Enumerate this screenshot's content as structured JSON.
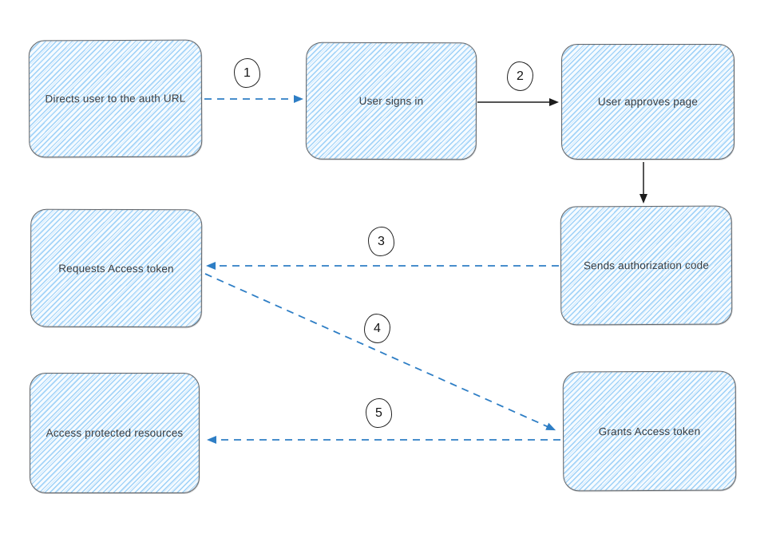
{
  "diagram": {
    "type": "flowchart",
    "nodes": [
      {
        "id": "directs-user-auth-url",
        "label": "Directs user to the auth URL"
      },
      {
        "id": "user-signs-in",
        "label": "User signs in"
      },
      {
        "id": "user-approves-page",
        "label": "User approves page"
      },
      {
        "id": "requests-access-token",
        "label": "Requests Access token"
      },
      {
        "id": "sends-authorization-code",
        "label": "Sends authorization code"
      },
      {
        "id": "access-protected-resources",
        "label": "Access protected resources"
      },
      {
        "id": "grants-access-token",
        "label": "Grants Access token"
      }
    ],
    "steps": [
      "1",
      "2",
      "3",
      "4",
      "5"
    ],
    "edges": [
      {
        "from": "directs-user-auth-url",
        "to": "user-signs-in",
        "style": "dashed",
        "step": "1"
      },
      {
        "from": "user-signs-in",
        "to": "user-approves-page",
        "style": "solid",
        "step": "2"
      },
      {
        "from": "user-approves-page",
        "to": "sends-authorization-code",
        "style": "solid",
        "step": ""
      },
      {
        "from": "sends-authorization-code",
        "to": "requests-access-token",
        "style": "dashed",
        "step": "3"
      },
      {
        "from": "requests-access-token",
        "to": "grants-access-token",
        "style": "dashed",
        "step": "4"
      },
      {
        "from": "grants-access-token",
        "to": "access-protected-resources",
        "style": "dashed",
        "step": "5"
      }
    ],
    "colors": {
      "dashed_arrow": "#2e7ec5",
      "solid_arrow": "#1c1c1c",
      "node_hatch": "#8ac8f6",
      "node_border": "#63676c",
      "node_text": "#3a3e43",
      "badge_border": "#222222",
      "background": "#ffffff"
    }
  }
}
